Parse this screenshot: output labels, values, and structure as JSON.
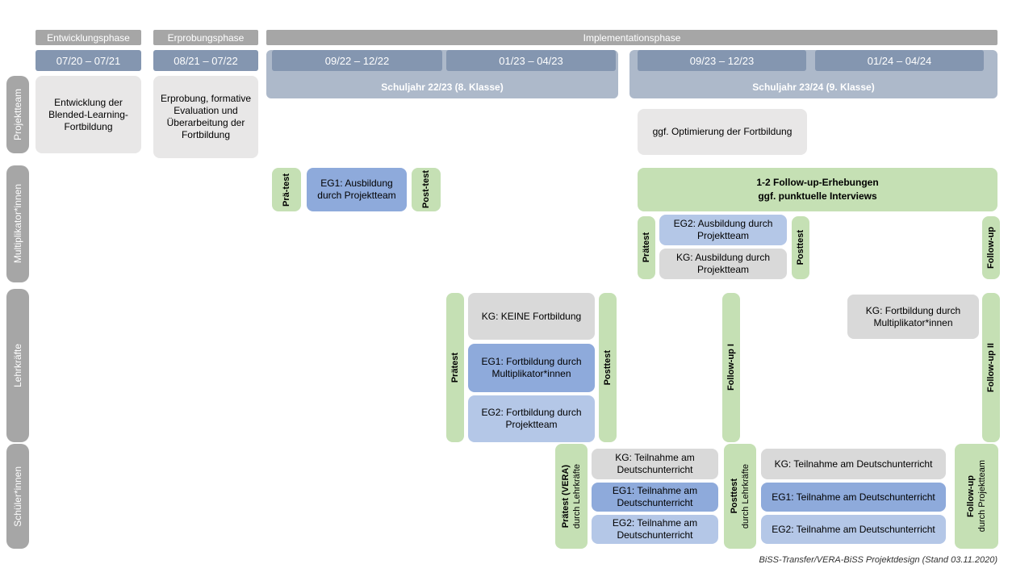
{
  "footer": "BiSS-Transfer/VERA-BiSS Projektdesign (Stand 03.11.2020)",
  "colors": {
    "phase_header_gray": "#A6A6A6",
    "date_bar_blue": "#8496B0",
    "schuljahr_band_blue": "#ADB9CA",
    "row_label_gray": "#A6A6A6",
    "box_light_gray": "#E8E7E7",
    "box_gray": "#D9D9D9",
    "box_green": "#C5E0B4",
    "box_eg1_blue": "#8EAADB",
    "box_eg2_blue": "#B4C7E7"
  },
  "phases": {
    "entwicklung": "Entwicklungsphase",
    "erprobung": "Erprobungsphase",
    "implementation": "Implementationsphase"
  },
  "dates": {
    "d1": "07/20 – 07/21",
    "d2": "08/21 – 07/22",
    "d3": "09/22 – 12/22",
    "d4": "01/23 – 04/23",
    "d5": "09/23 – 12/23",
    "d6": "01/24 – 04/24"
  },
  "schuljahre": {
    "sj1": "Schuljahr 22/23 (8. Klasse)",
    "sj2": "Schuljahr 23/24 (9. Klasse)"
  },
  "row_labels": {
    "projektteam": "Projektteam",
    "multiplikatoren": "Multiplikator*innen",
    "lehrkraefte": "Lehrkräfte",
    "schueler": "Schüler*innen"
  },
  "projektteam": {
    "entwicklung": "Entwicklung der Blended-Learning-Fortbildung",
    "erprobung": "Erprobung, formative Evaluation und Überarbeitung der Fortbildung",
    "optimierung": "ggf. Optimierung der Fortbildung"
  },
  "multiplikatoren": {
    "praetest1": "Prä-test",
    "eg1": "EG1: Ausbildung durch Projektteam",
    "posttest1": "Post-test",
    "followup_line1": "1-2 Follow-up-Erhebungen",
    "followup_line2": "ggf. punktuelle Interviews",
    "praetest2": "Prätest",
    "eg2": "EG2: Ausbildung durch Projektteam",
    "kg": "KG: Ausbildung durch Projektteam",
    "posttest2": "Posttest",
    "followup": "Follow-up"
  },
  "lehrkraefte": {
    "praetest": "Prätest",
    "kg": "KG: KEINE Fortbildung",
    "eg1": "EG1: Fortbildung durch Multiplikator*innen",
    "eg2": "EG2: Fortbildung durch Projektteam",
    "posttest": "Posttest",
    "followup1": "Follow-up I",
    "kg2": "KG: Fortbildung durch Multiplikator*innen",
    "followup2": "Follow-up II"
  },
  "schueler": {
    "praetest_main": "Prätest (VERA)",
    "praetest_sub": "durch Lehrkräfte",
    "kg1": "KG: Teilnahme am Deutschunterricht",
    "eg1a": "EG1: Teilnahme am Deutschunterricht",
    "eg2a": "EG2: Teilnahme am Deutschunterricht",
    "posttest_main": "Posttest",
    "posttest_sub": "durch Lehrkräfte",
    "kg2": "KG: Teilnahme am Deutschunterricht",
    "eg1b": "EG1: Teilnahme am Deutschunterricht",
    "eg2b": "EG2: Teilnahme am Deutschunterricht",
    "followup_main": "Follow-up",
    "followup_sub": "durch Projektteam"
  }
}
